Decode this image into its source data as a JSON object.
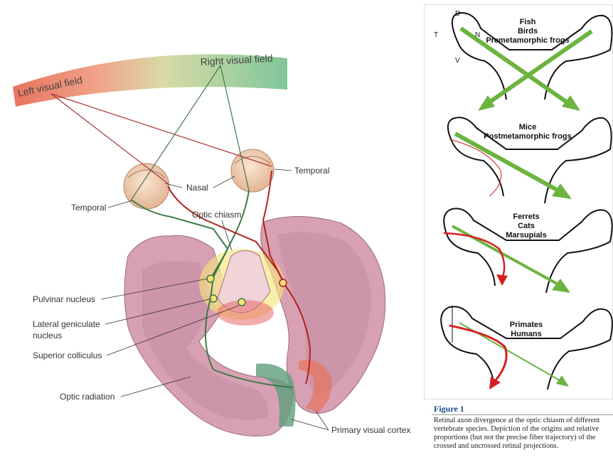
{
  "left_diagram": {
    "visual_field": {
      "left_label": "Left visual field",
      "right_label": "Right visual field"
    },
    "labels": {
      "temporal_right": "Temporal",
      "nasal": "Nasal",
      "temporal_left": "Temporal",
      "optic_chiasm": "Optic chiasm",
      "pulvinar": "Pulvinar nucleus",
      "lgn_line1": "Lateral geniculate",
      "lgn_line2": "nucleus",
      "superior_colliculus": "Superior colliculus",
      "optic_radiation": "Optic radiation",
      "primary_visual_cortex": "Primary visual cortex"
    },
    "colors": {
      "green_pathway": "#3d7a45",
      "red_pathway": "#b22222",
      "brain": "#d9a3b4",
      "eye": "#f3d3b4"
    }
  },
  "right_diagram": {
    "axis_labels": {
      "dorsal": "D",
      "temporal": "T",
      "nasal": "N",
      "ventral": "V"
    },
    "panels": [
      {
        "lines": [
          "Fish",
          "Birds",
          "Premetamorphic frogs"
        ]
      },
      {
        "lines": [
          "Mice",
          "Postmetamorphic frogs"
        ]
      },
      {
        "lines": [
          "Ferrets",
          "Cats",
          "Marsupials"
        ]
      },
      {
        "lines": [
          "Primates",
          "Humans"
        ]
      }
    ],
    "colors": {
      "crossed": "#6db33f",
      "uncrossed": "#d42020"
    }
  },
  "figure": {
    "title": "Figure 1",
    "caption": "Retinal axon divergence at the optic chiasm of different vertebrate species. Depiction of the origins and relative proportions (but not the precise fiber trajectory) of the crossed and uncrossed retinal projections."
  }
}
